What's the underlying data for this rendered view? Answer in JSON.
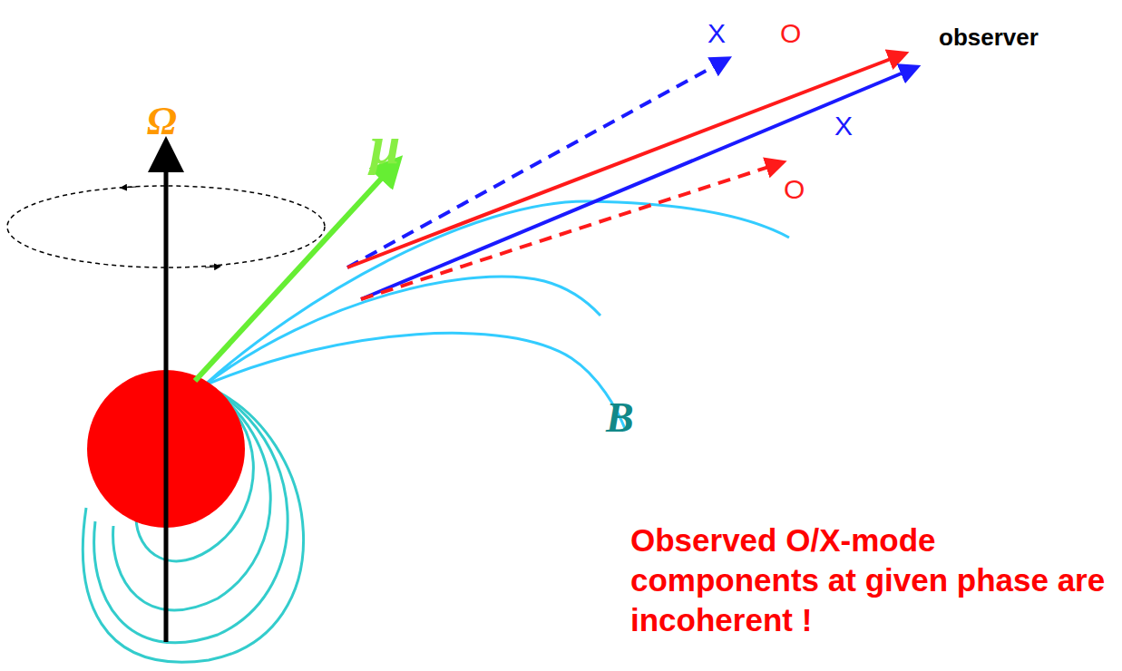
{
  "diagram": {
    "labels": [
      "Ω",
      "μ",
      "B",
      "X",
      "O",
      "observer",
      "X",
      "O",
      "Observed O/X-mode components at given phase are incoherent !"
    ]
  }
}
